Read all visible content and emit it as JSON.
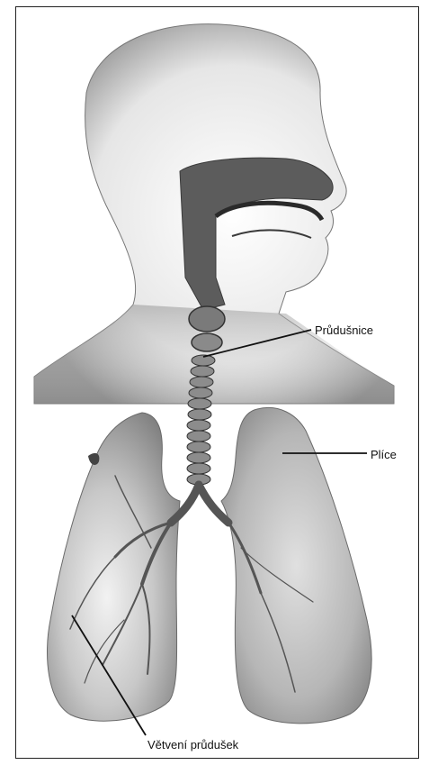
{
  "labels": {
    "trachea": "Průdušnice",
    "lungs": "Plíce",
    "bronchi": "Větvení průdušek"
  },
  "colors": {
    "skin_shade": "#9a9a9a",
    "airway": "#5a5a5a",
    "lung": "#b4b4b4",
    "line": "#111111"
  }
}
